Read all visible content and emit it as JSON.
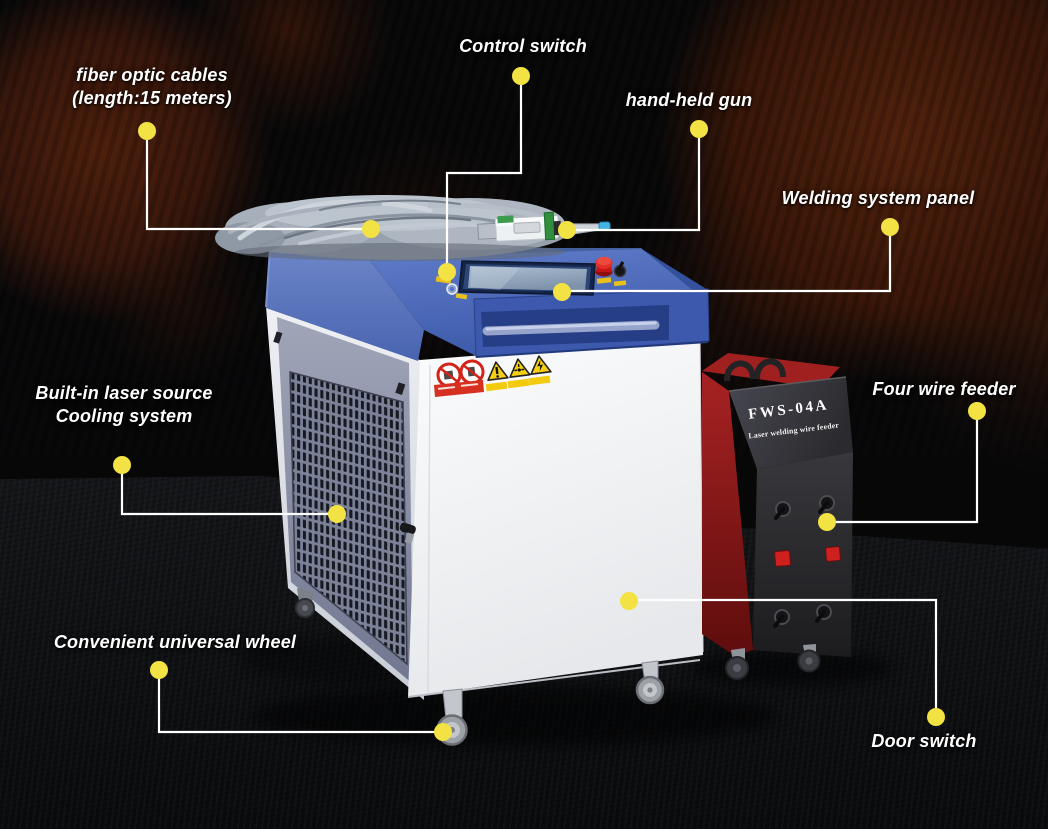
{
  "callouts": [
    {
      "id": "fiber-optic-cables",
      "label": "fiber optic cables",
      "label2": "(length:15 meters)"
    },
    {
      "id": "control-switch",
      "label": "Control switch"
    },
    {
      "id": "hand-held-gun",
      "label": "hand-held gun"
    },
    {
      "id": "welding-system-panel",
      "label": "Welding system panel"
    },
    {
      "id": "four-wire-feeder",
      "label": "Four wire feeder"
    },
    {
      "id": "built-in-laser-source",
      "label": "Built-in laser source",
      "label2": "Cooling system"
    },
    {
      "id": "convenient-universal-wheel",
      "label": "Convenient universal wheel"
    },
    {
      "id": "door-switch",
      "label": "Door switch"
    }
  ],
  "feeder": {
    "model": "FWS-04A",
    "subtitle": "Laser welding wire feeder"
  },
  "colors": {
    "callout_dot": "#f2e243",
    "callout_line": "#ffffff",
    "label_text": "#ffffff",
    "machine_blue": "#4c69b3",
    "machine_white": "#f2f4f6",
    "side_panel_gray": "#9aa0b4",
    "feeder_red": "#a82222",
    "feeder_panel_black": "#2c2c2f",
    "emergency_stop_red": "#e23028",
    "warning_yellow": "#f4c80e",
    "background_rock": "#4a1d0a",
    "floor_gray": "#2b2f34"
  }
}
